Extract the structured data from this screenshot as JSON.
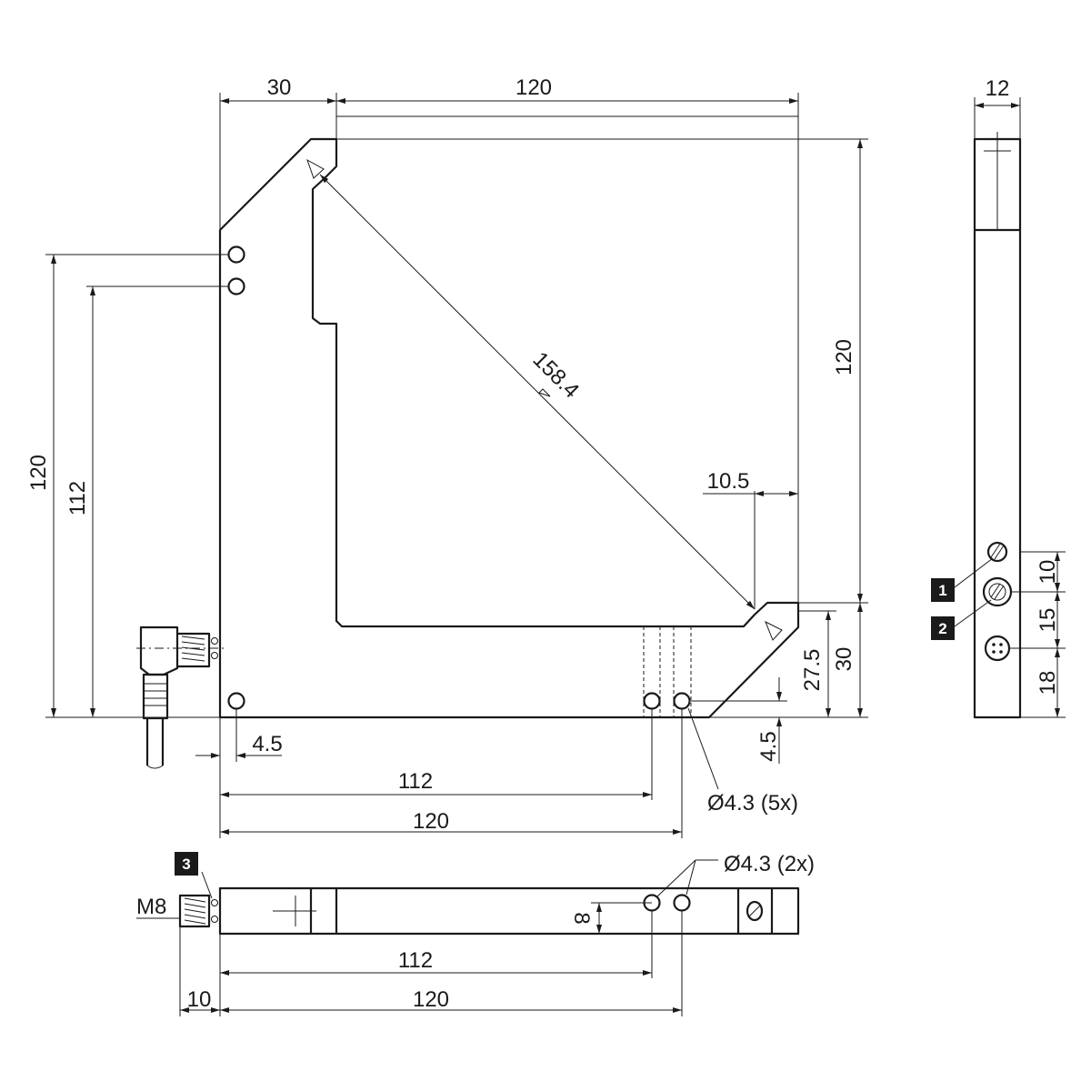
{
  "drawing": {
    "front_view": {
      "dims": {
        "top_left_width": "30",
        "top_width": "120",
        "right_height": "120",
        "diagonal": "158.4",
        "offset_10_5": "10.5",
        "right_27_5": "27.5",
        "right_30": "30",
        "right_4_5": "4.5",
        "left_outer_120": "120",
        "left_inner_112": "112",
        "bottom_4_5": "4.5",
        "bottom_112": "112",
        "bottom_120": "120",
        "hole_note": "Ø4.3 (5x)"
      }
    },
    "side_view": {
      "dims": {
        "width": "12",
        "d10": "10",
        "d15": "15",
        "d18": "18"
      },
      "badges": [
        "1",
        "2"
      ]
    },
    "bottom_view": {
      "dims": {
        "thread": "M8",
        "d8": "8",
        "hole_note": "Ø4.3 (2x)",
        "d112": "112",
        "d120": "120",
        "d10": "10"
      },
      "badges": [
        "3"
      ]
    }
  }
}
